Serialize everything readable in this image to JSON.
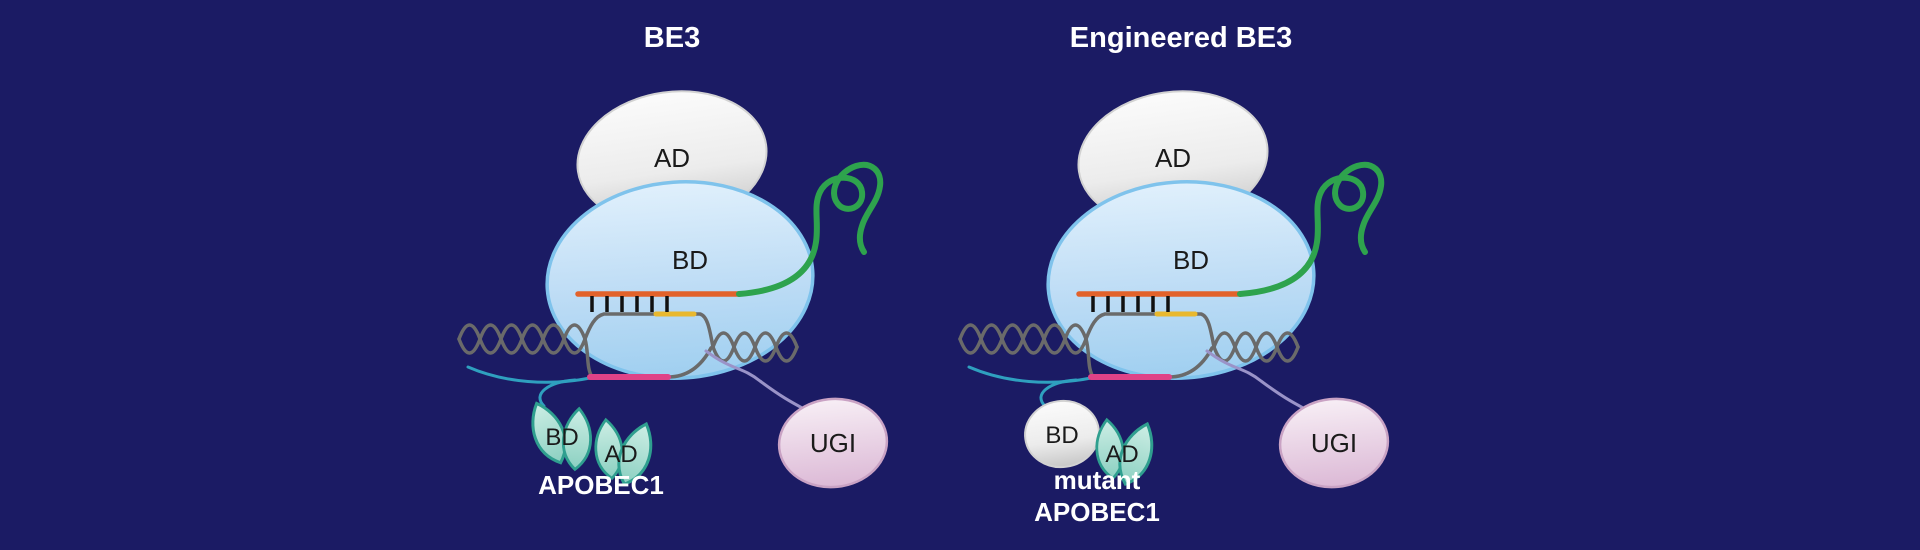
{
  "figure": {
    "description_left": "BE3 base editor complex",
    "description_right": "Engineered BE3 base editor complex"
  },
  "colors": {
    "background": "#1b1b64",
    "bd_blob_fill_top": "#dcedfb",
    "bd_blob_fill_bottom": "#9fcff0",
    "bd_blob_stroke": "#7fc3ec",
    "ad_ellipse_fill_top": "#fafafa",
    "ad_ellipse_fill_bottom": "#c9c9c9",
    "sgrna_green": "#2ea34d",
    "guide_orange": "#e2622b",
    "pam_yellow": "#e9b82e",
    "ssdna_pink": "#df4287",
    "dna_gray": "#6a6a6a",
    "base_pair_black": "#111111",
    "apobec_leaf_fill": "#9ad6c8",
    "apobec_leaf_stroke": "#2f9f8f",
    "ugi_fill": "#e4c6de",
    "ugi_stroke": "#c9a2c4",
    "linker_teal": "#2fa0bf",
    "linker_lavender": "#9a93c8",
    "title_text": "#ffffff",
    "domain_text": "#1a1a1a"
  },
  "left": {
    "title": "BE3",
    "ad_label": "AD",
    "bd_label": "BD",
    "apobec": {
      "bd_label": "BD",
      "ad_label": "AD",
      "name": "APOBEC1"
    },
    "ugi_label": "UGI"
  },
  "right": {
    "title": "Engineered BE3",
    "ad_label": "AD",
    "bd_label": "BD",
    "apobec": {
      "bd_label": "BD",
      "ad_label": "AD",
      "name_line1": "mutant",
      "name_line2": "APOBEC1"
    },
    "ugi_label": "UGI"
  }
}
